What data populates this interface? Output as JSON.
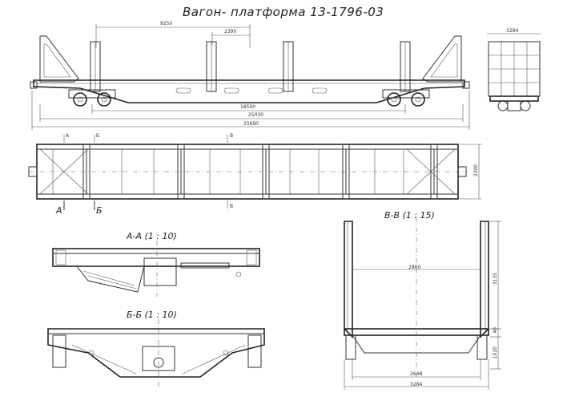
{
  "title": "Вагон- платформа 13-1796-03",
  "side_view": {
    "dims": {
      "pitch_stanchions": "9250",
      "stanchion_spacing": "2390",
      "bogie_centers": "18500",
      "length_over_frame": "25030",
      "length_over_couplers": "25690"
    }
  },
  "end_view": {
    "width": "3284"
  },
  "plan_view": {
    "width": "2300",
    "section_a_mark": "А",
    "section_b_mark": "Б",
    "section_v_mark": "В",
    "small_a": "А",
    "small_b": "Б",
    "small_v": "В"
  },
  "section_aa": {
    "label": "А-А  (1 : 10)"
  },
  "section_bb": {
    "label": "Б-Б  (1 : 10)"
  },
  "section_vv": {
    "label": "В-В  (1 : 15)",
    "inner_width": "2860",
    "height": "3135",
    "step": "40",
    "lower": "1020",
    "base": "2648",
    "overall": "3284"
  }
}
